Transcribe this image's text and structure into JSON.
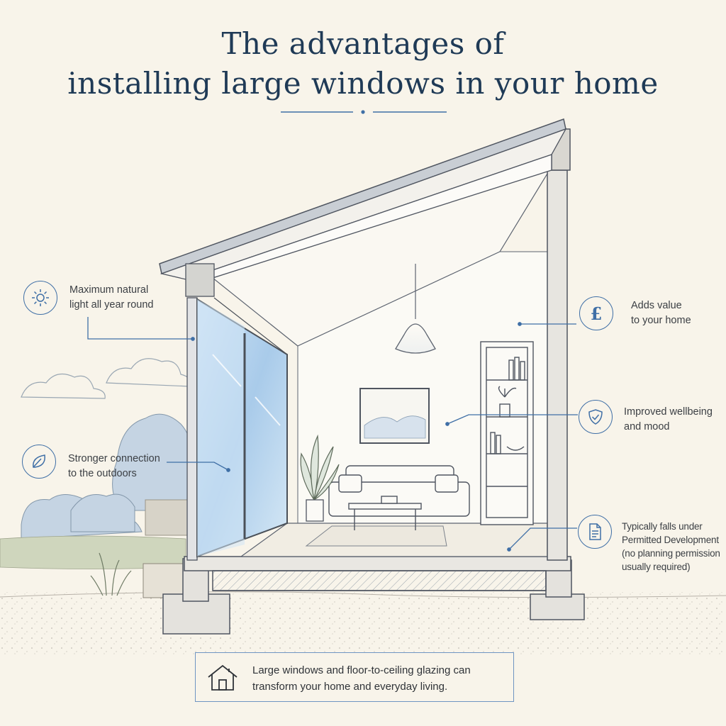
{
  "title": {
    "line1": "The advantages of",
    "line2": "installing large windows in your home"
  },
  "callouts": {
    "light": {
      "line1": "Maximum natural",
      "line2": "light all year round",
      "icon": "sun-icon"
    },
    "outdoors": {
      "line1": "Stronger connection",
      "line2": "to the outdoors",
      "icon": "leaf-icon"
    },
    "value": {
      "line1": "Adds value",
      "line2": "to your home",
      "icon": "pound-icon"
    },
    "wellbeing": {
      "line1": "Improved wellbeing",
      "line2": "and mood",
      "icon": "shield-check-icon"
    },
    "permitted": {
      "line1": "Typically falls under",
      "line2": "Permitted Development",
      "line3": "(no planning permission",
      "line4": "usually required)",
      "icon": "document-icon"
    }
  },
  "footer": {
    "line1": "Large windows and floor-to-ceiling glazing can",
    "line2": "transform your home and everyday living.",
    "icon": "house-icon"
  },
  "colors": {
    "accent": "#3f6fa6",
    "background": "#f8f4ea",
    "title": "#1f3a56"
  }
}
